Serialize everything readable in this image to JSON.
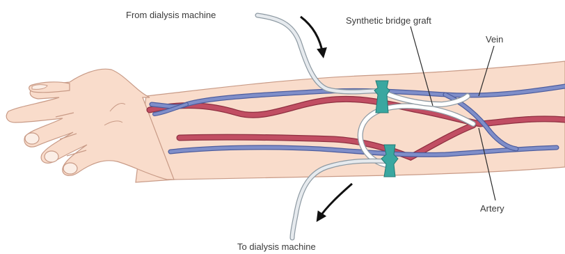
{
  "labels": {
    "from_machine": "From dialysis machine",
    "graft": "Synthetic bridge graft",
    "vein": "Vein",
    "artery": "Artery",
    "to_machine": "To dialysis machine"
  },
  "colors": {
    "skin": "#f9dccb",
    "skin_outline": "#c89a86",
    "vein": "#7f8ec9",
    "vein_outline": "#4d5d9e",
    "artery": "#c14e63",
    "artery_outline": "#8e2f40",
    "tube": "#e6eaee",
    "tube_outline": "#8e9aa3",
    "clamp": "#3aa7a0",
    "leader": "#2a2a2a",
    "arrow": "#111111"
  }
}
